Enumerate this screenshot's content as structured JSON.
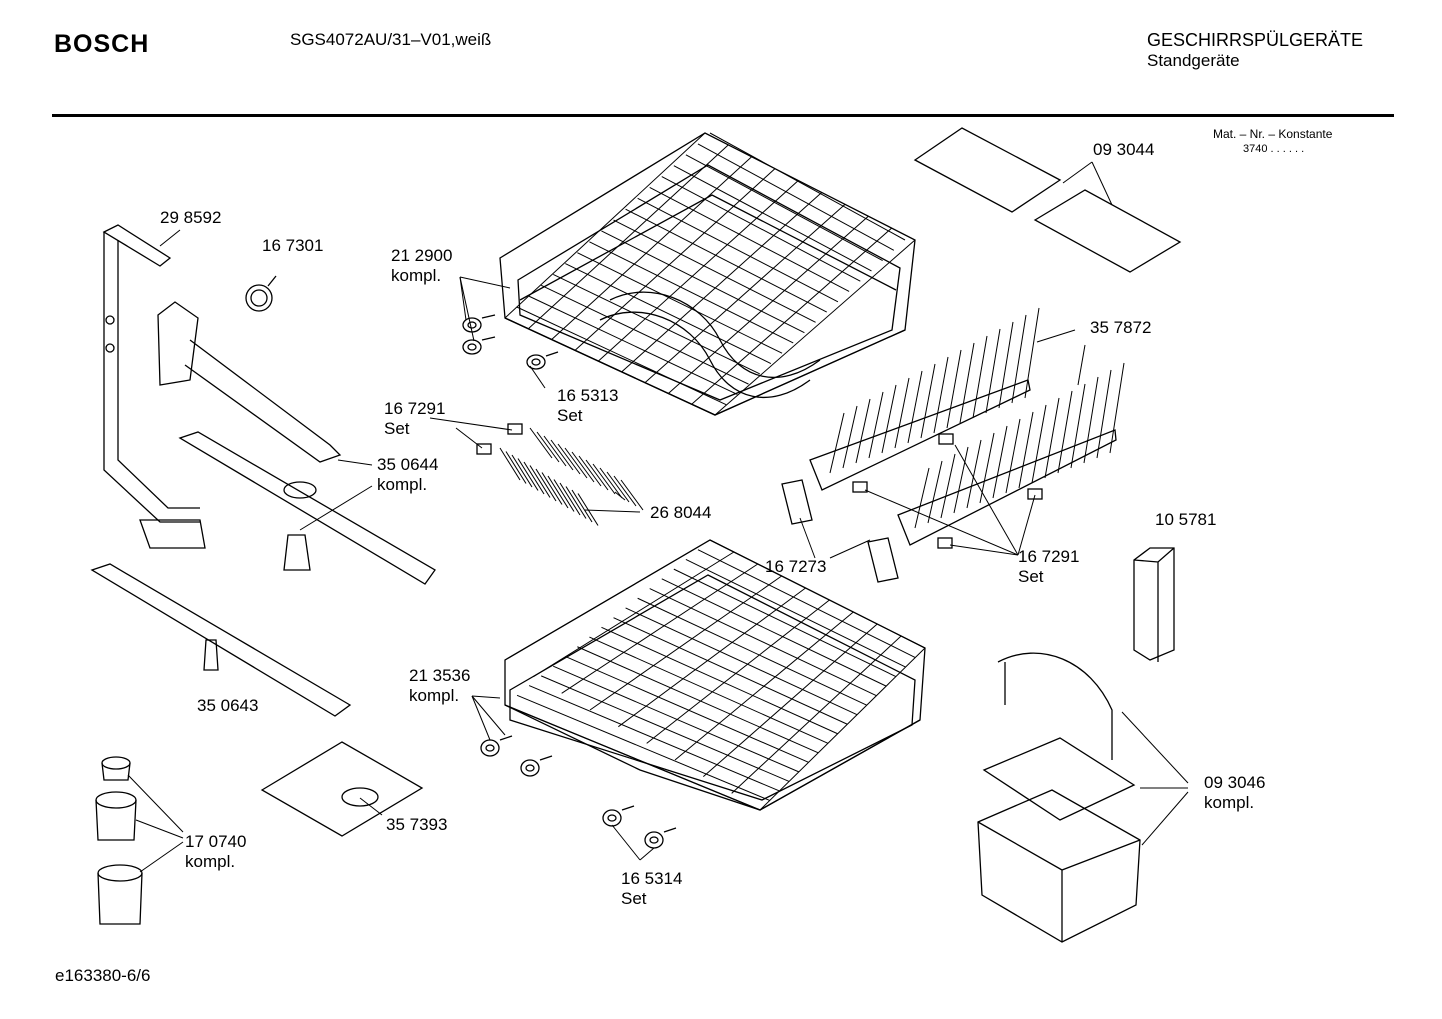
{
  "header": {
    "brand": "BOSCH",
    "model": "SGS4072AU/31–V01,weiß",
    "category": "GESCHIRRSPÜLGERÄTE",
    "subcategory": "Standgeräte",
    "mat_label": "Mat. – Nr. – Konstante",
    "mat_value": "3740  .  .  .  .  .  ."
  },
  "footer": {
    "code": "e163380-6/6"
  },
  "parts": [
    {
      "id": "p298592",
      "number": "29 8592",
      "note": ""
    },
    {
      "id": "p167301",
      "number": "16 7301",
      "note": ""
    },
    {
      "id": "p212900",
      "number": "21 2900",
      "note": "kompl."
    },
    {
      "id": "p165313",
      "number": "16 5313",
      "note": "Set"
    },
    {
      "id": "p167291a",
      "number": "16 7291",
      "note": "Set"
    },
    {
      "id": "p350644",
      "number": "35 0644",
      "note": "kompl."
    },
    {
      "id": "p268044",
      "number": "26 8044",
      "note": ""
    },
    {
      "id": "p093044",
      "number": "09 3044",
      "note": ""
    },
    {
      "id": "p357872",
      "number": "35 7872",
      "note": ""
    },
    {
      "id": "p105781",
      "number": "10 5781",
      "note": ""
    },
    {
      "id": "p167273",
      "number": "16 7273",
      "note": ""
    },
    {
      "id": "p167291b",
      "number": "16 7291",
      "note": "Set"
    },
    {
      "id": "p350643",
      "number": "35 0643",
      "note": ""
    },
    {
      "id": "p213536",
      "number": "21 3536",
      "note": "kompl."
    },
    {
      "id": "p357393",
      "number": "35 7393",
      "note": ""
    },
    {
      "id": "p170740",
      "number": "17 0740",
      "note": "kompl."
    },
    {
      "id": "p165314",
      "number": "16 5314",
      "note": "Set"
    },
    {
      "id": "p093046",
      "number": "09 3046",
      "note": "kompl."
    }
  ]
}
